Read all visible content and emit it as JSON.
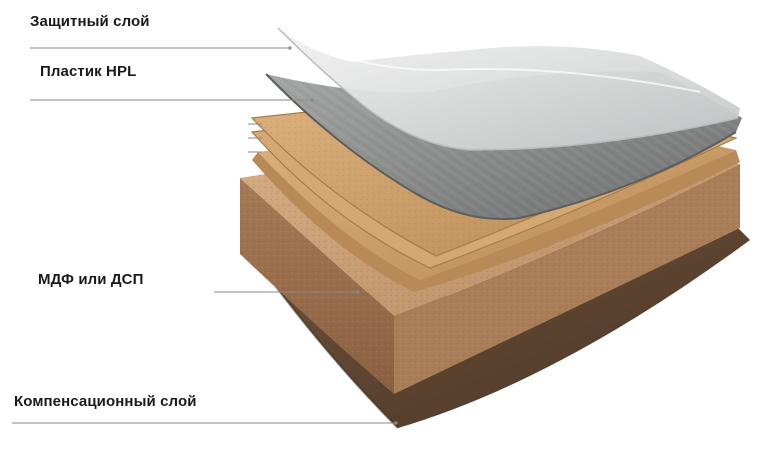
{
  "labels": {
    "protective_layer": "Защитный слой",
    "hpl_plastic": "Пластик HPL",
    "core_board": "МДФ или ДСП",
    "compensating_layer": "Компенсационный слой"
  },
  "colors": {
    "protective_film": "#d9dadb",
    "hpl_plastic": "#8e9090",
    "kraft_paper": "#cfa26d",
    "mdf_top": "#c9a07a",
    "mdf_front": "#9c7150",
    "mdf_side": "#b3875e",
    "compensating_layer": "#5c4330",
    "leader_line": "#8a8a8a",
    "text": "#1a1a1a"
  }
}
